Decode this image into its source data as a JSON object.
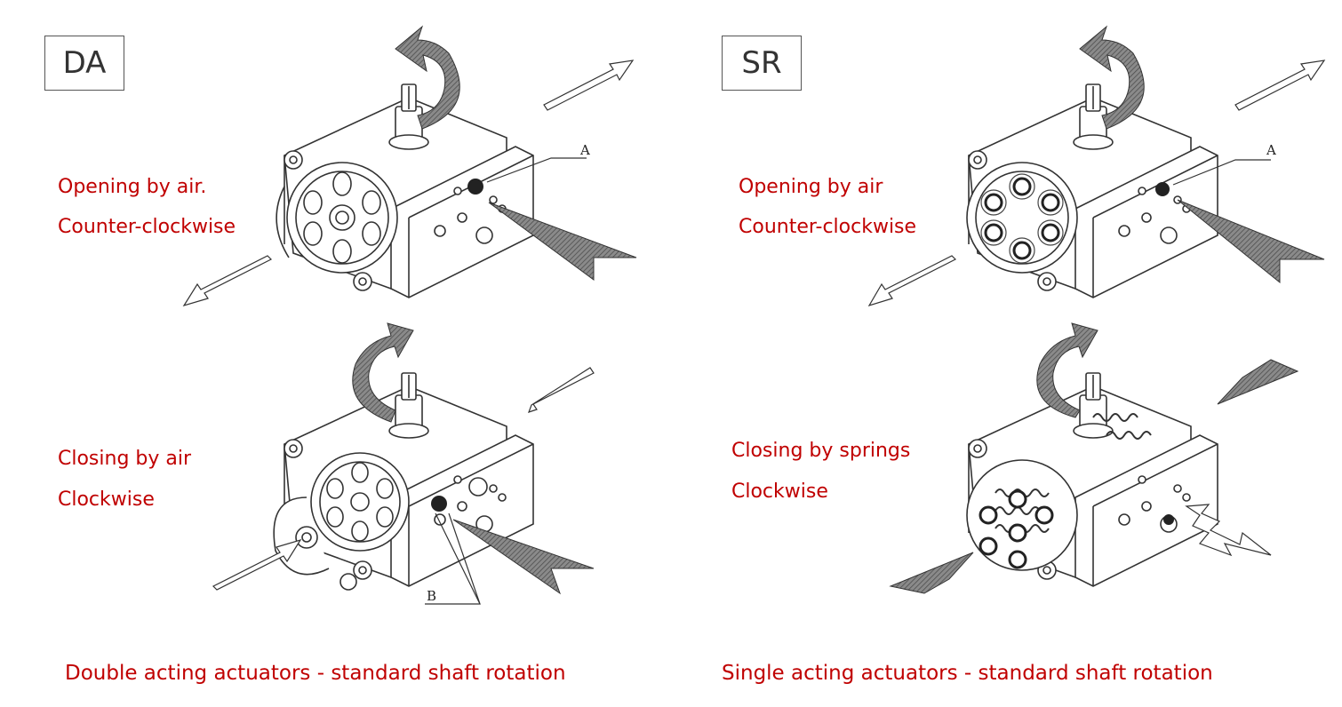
{
  "da": {
    "tag": "DA",
    "opening": {
      "line1": "Opening by air.",
      "line2": "Counter-clockwise"
    },
    "closing": {
      "line1": "Closing by air",
      "line2": "Clockwise"
    },
    "port_a": "A",
    "port_b": "B",
    "caption": "Double acting actuators - standard shaft rotation"
  },
  "sr": {
    "tag": "SR",
    "opening": {
      "line1": "Opening by air",
      "line2": "Counter-clockwise"
    },
    "closing": {
      "line1": "Closing by springs",
      "line2": "Clockwise"
    },
    "port_a": "A",
    "caption": "Single acting actuators - standard shaft rotation"
  },
  "colors": {
    "label_red": "#c00000",
    "line": "#333333",
    "arrow_fill": "#666666"
  }
}
